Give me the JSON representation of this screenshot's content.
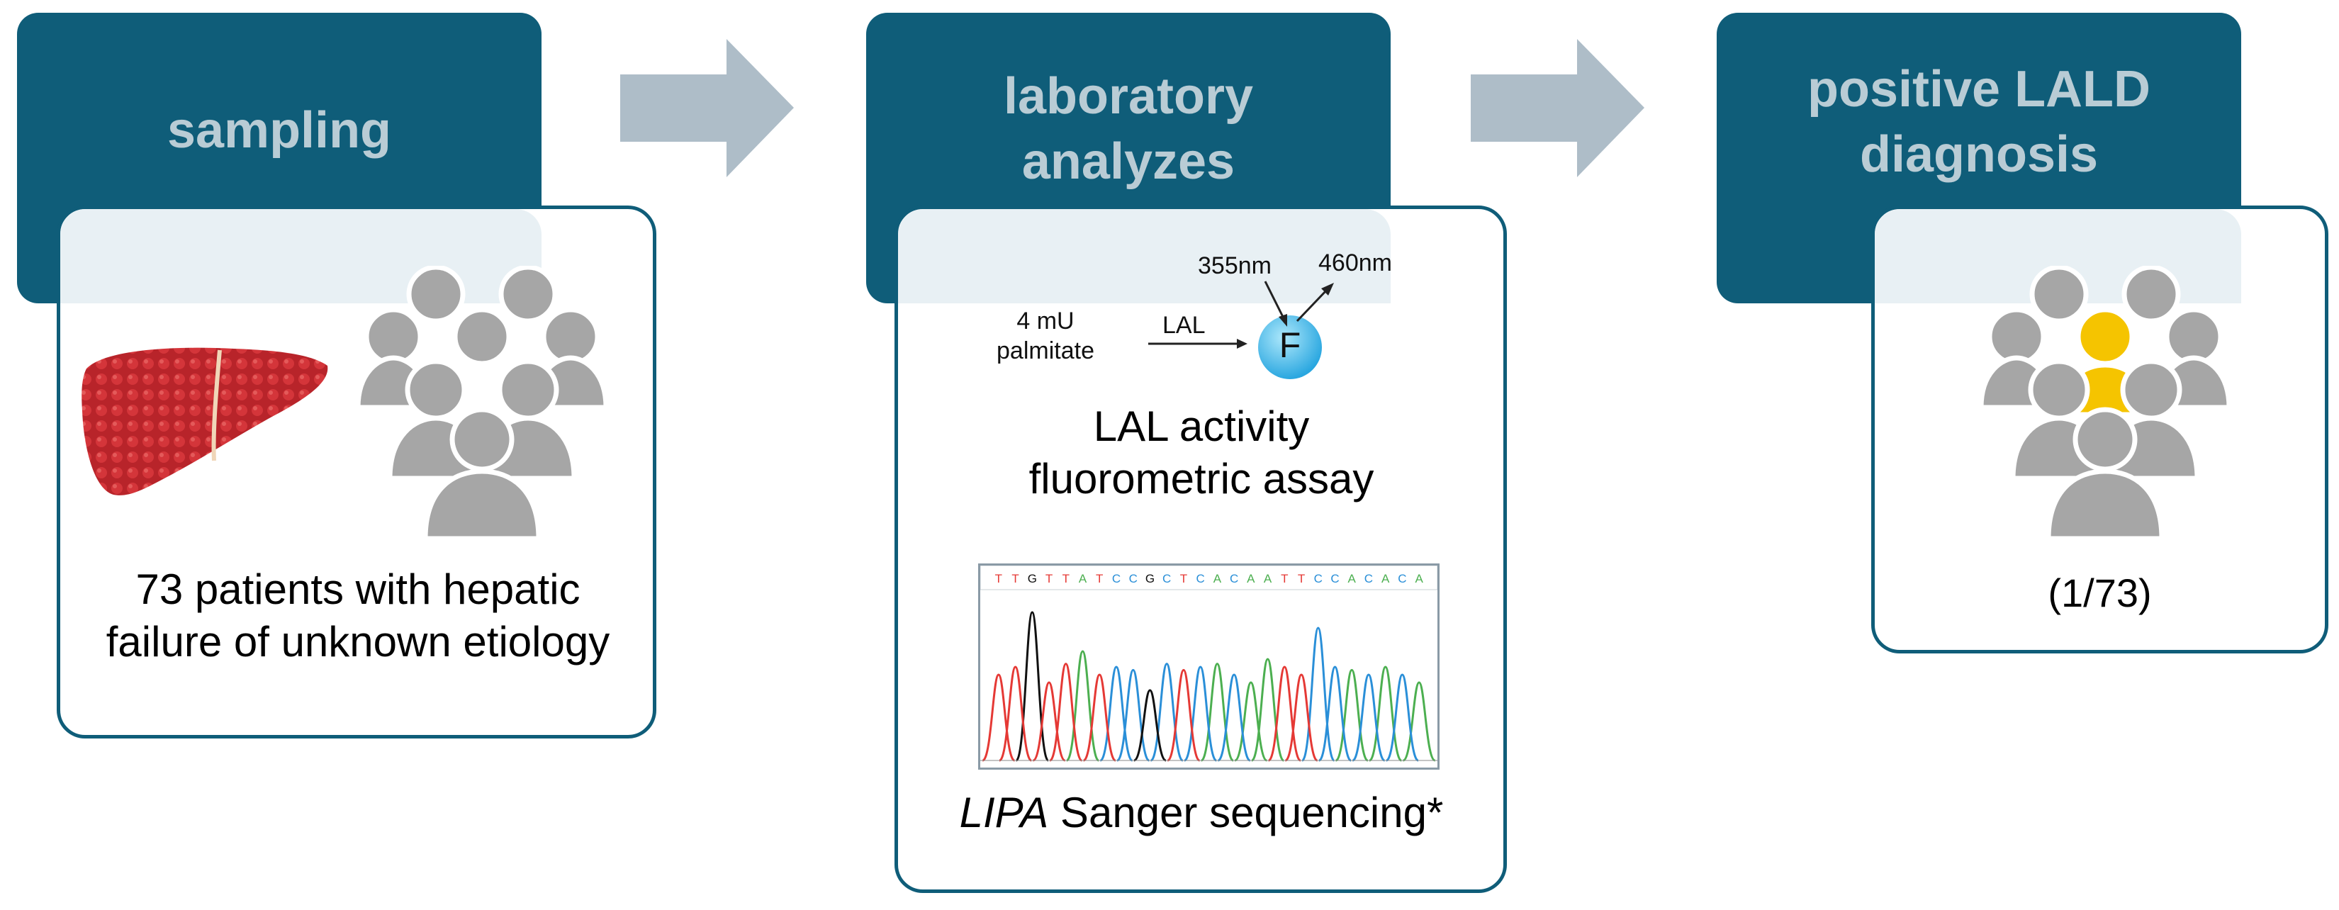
{
  "steps": [
    {
      "title": "sampling",
      "caption_line1": "73 patients with hepatic",
      "caption_line2": "failure of unknown etiology"
    },
    {
      "title_line1": "laboratory",
      "title_line2": "analyzes",
      "reaction": {
        "substrate_line1": "4 mU",
        "substrate_line2": "palmitate",
        "enzyme": "LAL",
        "product": "F",
        "excitation": "355nm",
        "emission": "460nm"
      },
      "assay_line1": "LAL activity",
      "assay_line2": "fluorometric assay",
      "sequence_bases": "TTGTTATCCGCTCACAATTCCACACA",
      "sequencing_gene": "LIPA",
      "sequencing_rest": " Sanger sequencing*"
    },
    {
      "title_line1": "positive LALD",
      "title_line2": "diagnosis",
      "ratio": "(1/73)"
    }
  ],
  "colors": {
    "header": "#0f5d79",
    "header_text": "#b9ccd5",
    "arrow": "#aebdc8",
    "people": "#a6a6a6",
    "highlight_person": "#f5c400",
    "liver": "#c0282a",
    "fluor": "#38b6e8"
  }
}
